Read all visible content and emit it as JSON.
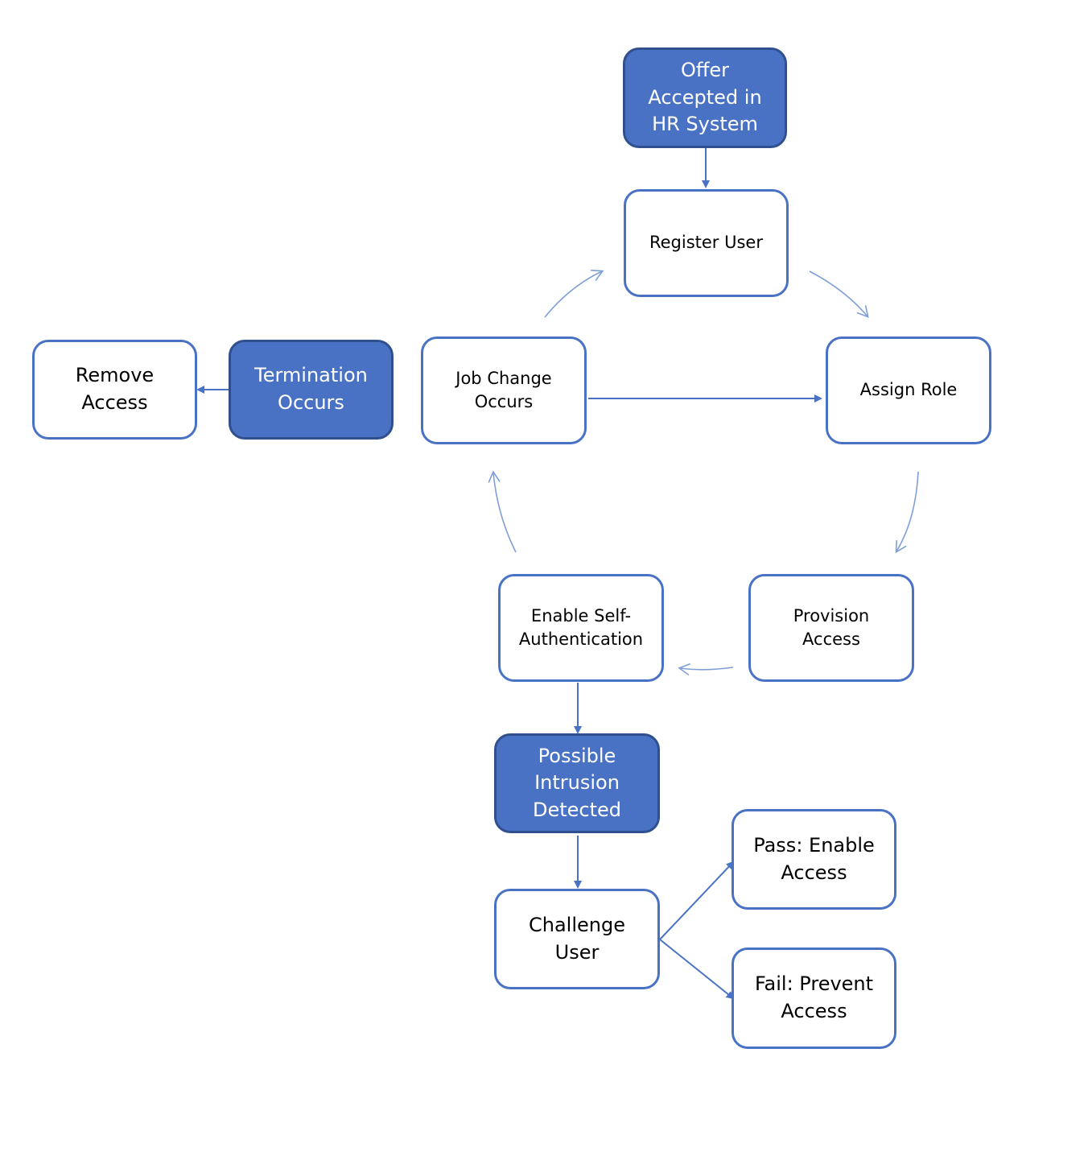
{
  "colors": {
    "accent": "#4a72c4",
    "accent_border": "#2f4f8f",
    "node_fill": "#ffffff",
    "text_dark": "#000000",
    "text_light": "#ffffff"
  },
  "nodes": {
    "offer": {
      "lines": [
        "Offer",
        "Accepted in",
        "HR System"
      ],
      "style": "filled"
    },
    "register": {
      "lines": [
        "Register User"
      ],
      "style": "outline"
    },
    "assign": {
      "lines": [
        "Assign Role"
      ],
      "style": "outline"
    },
    "provision": {
      "lines": [
        "Provision",
        "Access"
      ],
      "style": "outline"
    },
    "enable_self": {
      "lines": [
        "Enable Self-",
        "Authentication"
      ],
      "style": "outline"
    },
    "job_change": {
      "lines": [
        "Job Change",
        "Occurs"
      ],
      "style": "outline"
    },
    "termination": {
      "lines": [
        "Termination",
        "Occurs"
      ],
      "style": "filled"
    },
    "remove": {
      "lines": [
        "Remove",
        "Access"
      ],
      "style": "outline"
    },
    "intrusion": {
      "lines": [
        "Possible",
        "Intrusion",
        "Detected"
      ],
      "style": "filled"
    },
    "challenge": {
      "lines": [
        "Challenge",
        "User"
      ],
      "style": "outline"
    },
    "pass": {
      "lines": [
        "Pass: Enable",
        "Access"
      ],
      "style": "outline"
    },
    "fail": {
      "lines": [
        "Fail: Prevent",
        "Access"
      ],
      "style": "outline"
    }
  },
  "connectors": [
    {
      "from": "offer",
      "to": "register",
      "kind": "straight"
    },
    {
      "from": "register",
      "to": "assign",
      "kind": "curved"
    },
    {
      "from": "assign",
      "to": "provision",
      "kind": "curved"
    },
    {
      "from": "provision",
      "to": "enable_self",
      "kind": "curved"
    },
    {
      "from": "enable_self",
      "to": "job_change",
      "kind": "curved"
    },
    {
      "from": "job_change",
      "to": "register",
      "kind": "curved"
    },
    {
      "from": "job_change",
      "to": "assign",
      "kind": "straight"
    },
    {
      "from": "termination",
      "to": "remove",
      "kind": "straight"
    },
    {
      "from": "enable_self",
      "to": "intrusion",
      "kind": "straight"
    },
    {
      "from": "intrusion",
      "to": "challenge",
      "kind": "straight"
    },
    {
      "from": "challenge",
      "to": "pass",
      "kind": "straight"
    },
    {
      "from": "challenge",
      "to": "fail",
      "kind": "straight"
    }
  ]
}
